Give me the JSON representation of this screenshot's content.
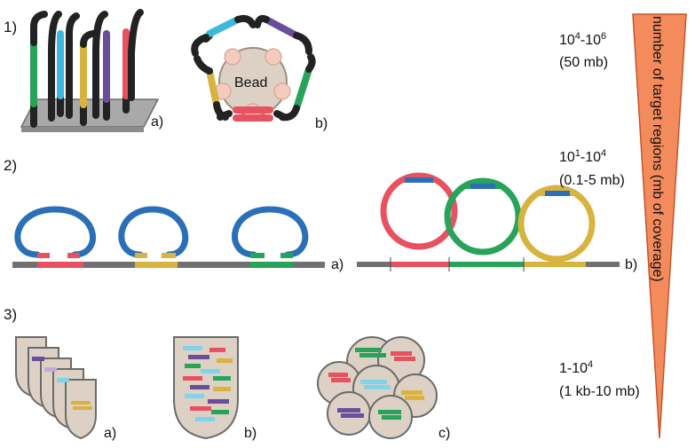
{
  "colors": {
    "red": "#e8515f",
    "blue": "#2a6fb7",
    "cyan": "#3fb6dc",
    "purple": "#6a4d9b",
    "yellow": "#d9b33f",
    "green": "#27a35a",
    "gray": "#707070",
    "black": "#222222",
    "triangle": "#f48b5d",
    "bead": "#dcd1c4"
  },
  "panel1": {
    "number": "1)",
    "a": "a)",
    "b": "b)",
    "bead_label": "Bead",
    "range_main": "10",
    "range_sup1": "4",
    "range_dash": "-10",
    "range_sup2": "6",
    "coverage": "(50 mb)"
  },
  "panel2": {
    "number": "2)",
    "a": "a)",
    "b": "b)",
    "range_main": "10",
    "range_sup1": "1",
    "range_dash": "-10",
    "range_sup2": "4",
    "coverage": "(0.1-5 mb)"
  },
  "panel3": {
    "number": "3)",
    "a": "a)",
    "b": "b)",
    "c": "c)",
    "range_main": "1-10",
    "range_sup": "4",
    "coverage": "(1 kb-10 mb)"
  },
  "axis_title": "number of target regions (mb of coverage)"
}
